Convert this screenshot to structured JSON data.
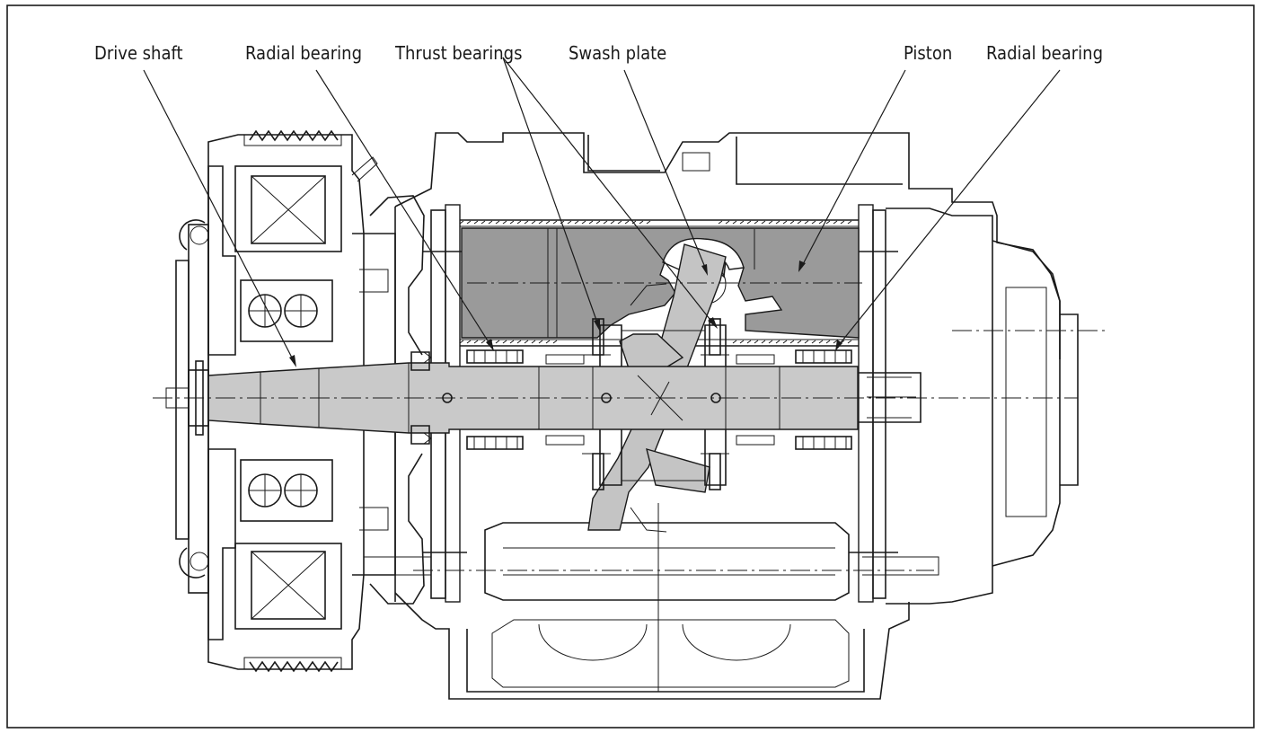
{
  "labels": {
    "drive_shaft": "Drive shaft",
    "radial_bearing_left": "Radial bearing",
    "thrust_bearings": "Thrust bearings",
    "swash_plate": "Swash plate",
    "piston": "Piston",
    "radial_bearing_right": "Radial bearing"
  },
  "colors": {
    "line": "#1a1a1a",
    "piston_fill": "#9a9a9a",
    "shaft_fill": "#c9c9c9",
    "plate_fill": "#c4c4c4",
    "background": "#ffffff"
  }
}
